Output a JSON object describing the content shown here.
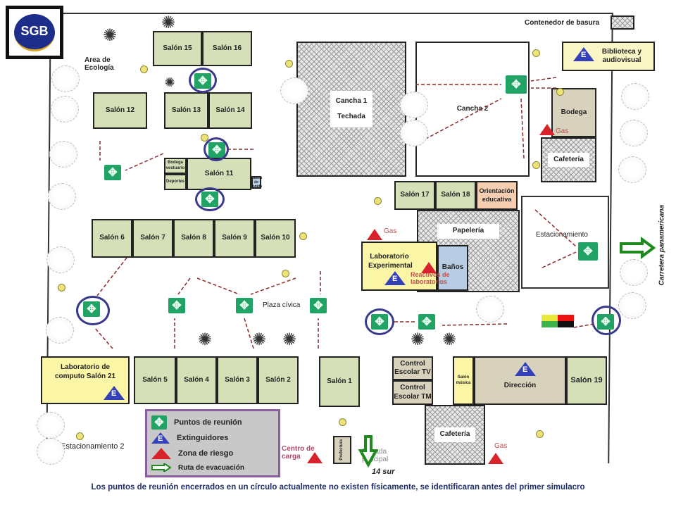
{
  "logo": {
    "text": "SGB",
    "icon": "school-logo-icon"
  },
  "areas": {
    "ecologia": "Area de Ecología",
    "contenedor": "Contenedor de basura",
    "biblioteca": "Biblioteca y audiovisual",
    "bodega": "Bodega",
    "gas": "Gas",
    "cafeteria_top": "Cafetería",
    "cancha1_line1": "Cancha 1",
    "cancha1_line2": "Techada",
    "cancha2": "Cancha 2",
    "estacionamiento": "Estacionamiento",
    "carretera": "Carretera panamericana",
    "papeleria": "Papelería",
    "laboratorio_exp": "Laboratorio Experimental",
    "reactivos": "Reactivos de laboratorios",
    "banos": "Baños",
    "orientacion": "Orientación educativa",
    "plaza": "Plaza cívica",
    "lab_computo": "Laboratorio de computo Salón 21",
    "estacionamiento2": "Estacionamiento 2",
    "control_tv": "Control Escolar TV",
    "control_tm": "Control Escolar TM",
    "salon_musica": "Salón música",
    "direccion": "Dirección",
    "cafeteria_bottom": "Cafetería",
    "centro_carga": "Centro de carga",
    "prefectura": "Prefectura",
    "entrada": "Entrada principal",
    "calle": "14 sur",
    "bodega_vestuario": "Bodega vestuario",
    "deportes": "Deportes",
    "cabina": "Cabina de sonido"
  },
  "salones": {
    "s1": "Salón 1",
    "s2": "Salón 2",
    "s3": "Salón 3",
    "s4": "Salón 4",
    "s5": "Salón 5",
    "s6": "Salón 6",
    "s7": "Salón 7",
    "s8": "Salón 8",
    "s9": "Salón 9",
    "s10": "Salón 10",
    "s11": "Salón 11",
    "s12": "Salón 12",
    "s13": "Salón 13",
    "s14": "Salón 14",
    "s15": "Salón 15",
    "s16": "Salón 16",
    "s17": "Salón 17",
    "s18": "Salón 18",
    "s19": "Salón 19"
  },
  "legend": {
    "items": [
      {
        "icon": "meeting-point-icon",
        "label": "Puntos de reunión"
      },
      {
        "icon": "extinguisher-icon",
        "label": "Extinguidores"
      },
      {
        "icon": "risk-zone-icon",
        "label": "Zona de riesgo"
      },
      {
        "icon": "evacuation-arrow-icon",
        "label": "Ruta de evacuación"
      }
    ]
  },
  "symbols": {
    "extinguisher_letter": "E",
    "meeting_glyph": "✥"
  },
  "colors": {
    "meeting": "#21a366",
    "extinguisher": "#3440b8",
    "risk": "#d8232a",
    "route": "#1e8a1e",
    "circle": "#3a3a8c"
  },
  "footer": "Los puntos de reunión encerrados en un círculo actualmente no existen físicamente, se identificaran antes del primer simulacro"
}
